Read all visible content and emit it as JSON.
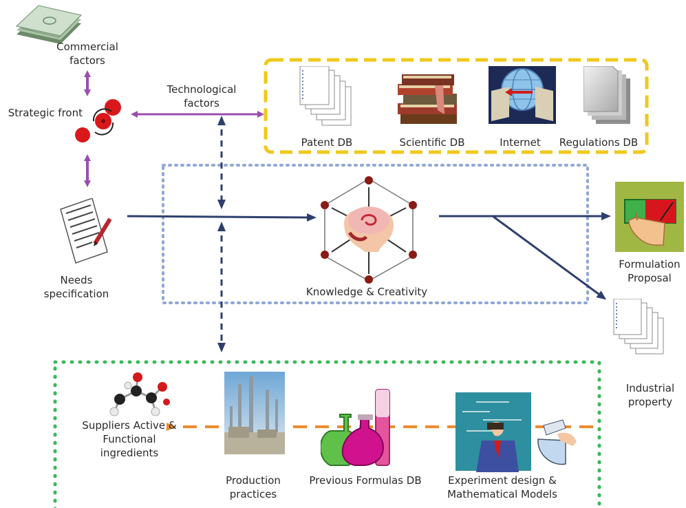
{
  "labels": {
    "commercial": "Commercial factors",
    "strategic": "Strategic front",
    "technological": "Technological factors",
    "patent_db": "Patent DB",
    "scientific_db": "Scientific DB",
    "internet": "Internet",
    "regulations_db": "Regulations DB",
    "needs": "Needs specification",
    "knowledge": "Knowledge & Creativity",
    "formulation": "Formulation Proposal",
    "industrial": "Industrial property",
    "suppliers": "Suppliers Active & Functional ingredients",
    "production": "Production practices",
    "previous": "Previous Formulas DB",
    "experiment": "Experiment design & Mathematical Models"
  },
  "colors": {
    "purple_arrow": "#9b4dae",
    "navy_arrow": "#2e3f6e",
    "orange_arrow": "#ee8a2f",
    "yellow_border": "#efc81a",
    "blue_dotted": "#8fa6d6",
    "green_dotted": "#3cb85a"
  },
  "icons": {
    "money": "money-stack-icon",
    "strategic": "strategic-cycle-icon",
    "patent": "document-stack-icon",
    "books": "books-icon",
    "internet": "internet-globe-computers-icon",
    "regulations": "paper-stack-icon",
    "needs": "signed-document-icon",
    "brain": "brain-network-icon",
    "formulation": "hand-ticket-icon",
    "industrial": "document-stack-icon",
    "molecule": "molecule-icon",
    "refinery": "refinery-photo-icon",
    "flasks": "lab-flasks-icon",
    "teacher": "teacher-chalkboard-icon"
  }
}
